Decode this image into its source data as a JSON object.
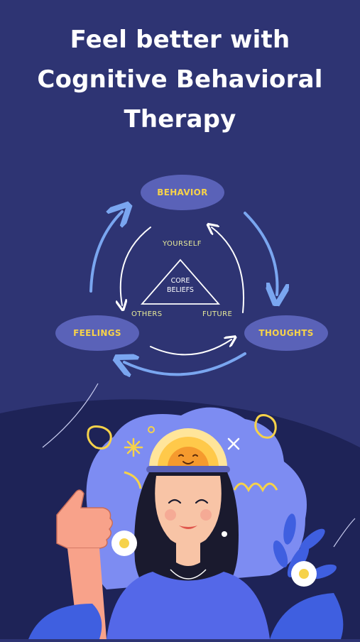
{
  "headline": {
    "line1": "Feel better with",
    "line2": "Cognitive Behavioral",
    "line3": "Therapy"
  },
  "diagram": {
    "nodes": {
      "behavior": "BEHAVIOR",
      "feelings": "FEELINGS",
      "thoughts": "THOUGHTS"
    },
    "inner": {
      "yourself": "YOURSELF",
      "others": "OTHERS",
      "future": "FUTURE",
      "core_line1": "CORE",
      "core_line2": "BELIEFS"
    }
  },
  "colors": {
    "background": "#2e3473",
    "node_fill": "#5a62b8",
    "node_text": "#f6d24a",
    "outer_arrow": "#7aa6f0",
    "inner_arrow": "#ffffff"
  }
}
